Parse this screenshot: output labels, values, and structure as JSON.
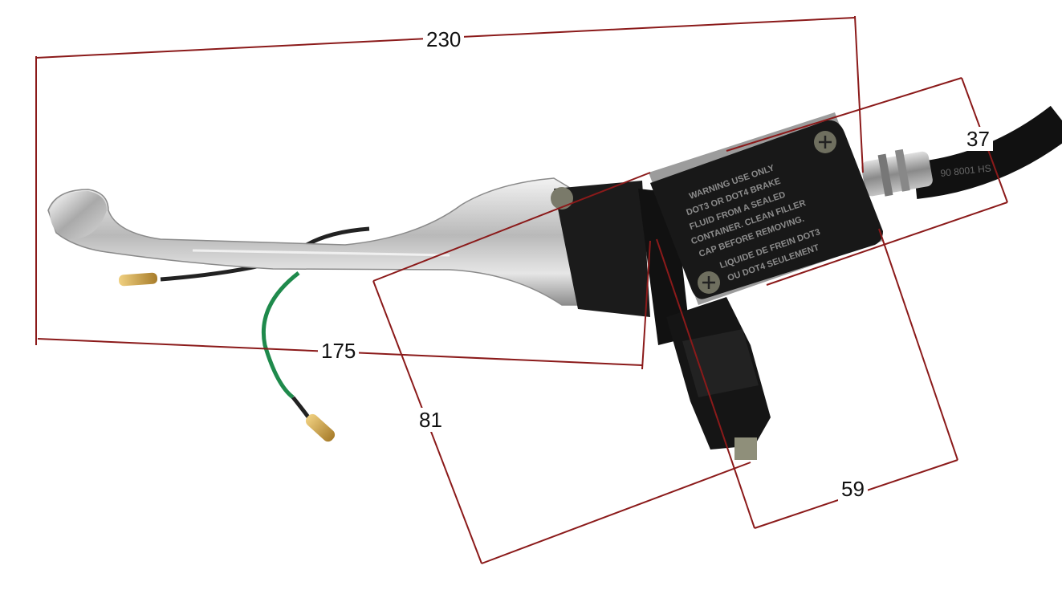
{
  "dimensions": {
    "overall_length": "230",
    "lever_length": "175",
    "reservoir_width": "37",
    "body_height": "81",
    "clamp_depth": "59"
  },
  "reservoir_text": {
    "line1": "WARNING USE ONLY",
    "line2": "DOT3 OR DOT4 BRAKE",
    "line3": "FLUID FROM A SEALED",
    "line4": "CONTAINER. CLEAN FILLER",
    "line5": "CAP BEFORE REMOVING.",
    "line6": "LIQUIDE DE FREIN DOT3",
    "line7": "OU DOT4 SEULEMENT"
  },
  "hose_text": "90 8001 HS",
  "colors": {
    "dimension_line": "#8b1a1a",
    "chrome": "#c8c8c8",
    "body": "#151515",
    "wire_green": "#1f8a4c",
    "wire_black": "#222222",
    "brass": "#c9a04a"
  }
}
